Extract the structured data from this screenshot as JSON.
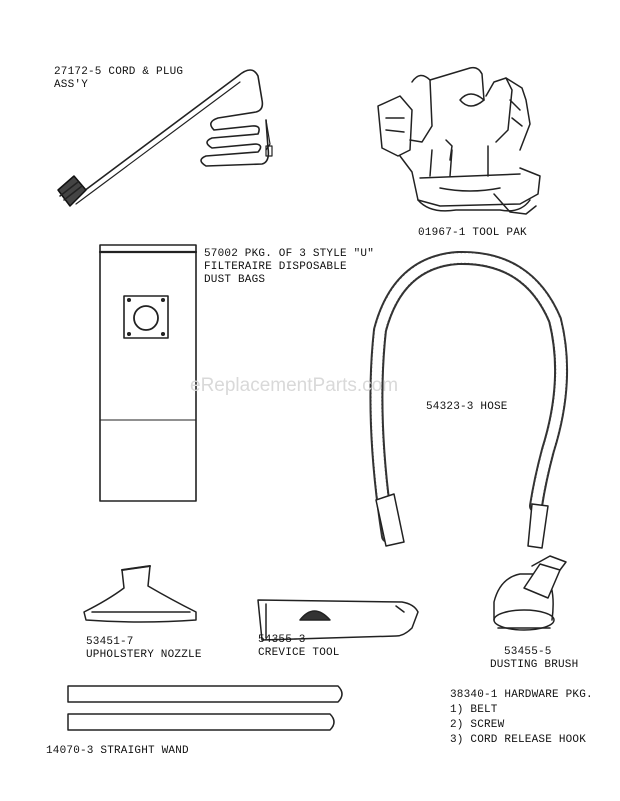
{
  "watermark": "eReplacementParts.com",
  "parts": {
    "cord": {
      "line1": "27172-5 CORD & PLUG",
      "line2": "ASS'Y"
    },
    "toolpak": {
      "label": "01967-1 TOOL PAK"
    },
    "bags": {
      "line1": "57002 PKG. OF 3 STYLE \"U\"",
      "line2": "FILTERAIRE DISPOSABLE",
      "line3": "DUST BAGS"
    },
    "hose": {
      "label": "54323-3 HOSE"
    },
    "nozzle": {
      "line1": "53451-7",
      "line2": "UPHOLSTERY NOZZLE"
    },
    "crevice": {
      "line1": "54355-3",
      "line2": "CREVICE TOOL"
    },
    "brush": {
      "line1": "53455-5",
      "line2": "DUSTING BRUSH"
    },
    "hardware": {
      "line1": "38340-1 HARDWARE PKG.",
      "line2": "1) BELT",
      "line3": "2) SCREW",
      "line4": "3) CORD RELEASE HOOK"
    },
    "wand": {
      "label": "14070-3 STRAIGHT WAND"
    }
  }
}
